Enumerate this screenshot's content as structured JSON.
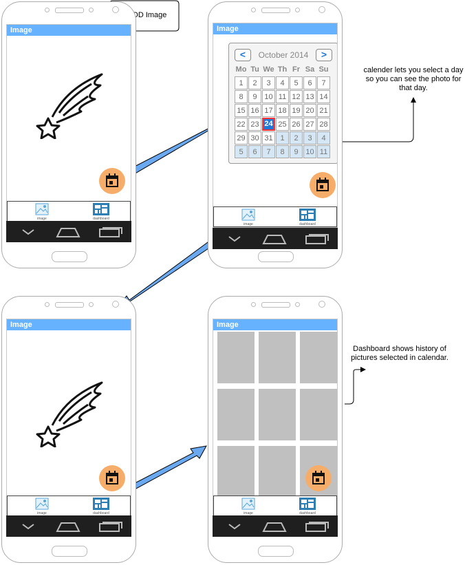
{
  "callout": {
    "text": "APOD Image"
  },
  "screen_title": "Image",
  "tabs": {
    "image": "image",
    "dashboard": "dashboard"
  },
  "calendar": {
    "prev": "<",
    "next": ">",
    "month_label": "October 2014",
    "weekdays": [
      "Mo",
      "Tu",
      "We",
      "Th",
      "Fr",
      "Sa",
      "Su"
    ],
    "days": [
      [
        "1",
        "2",
        "3",
        "4",
        "5",
        "6",
        "7"
      ],
      [
        "8",
        "9",
        "10",
        "11",
        "12",
        "13",
        "14"
      ],
      [
        "15",
        "16",
        "17",
        "18",
        "19",
        "20",
        "21"
      ],
      [
        "22",
        "23",
        "24",
        "25",
        "26",
        "27",
        "28"
      ],
      [
        "29",
        "30",
        "31",
        "1",
        "2",
        "3",
        "4"
      ],
      [
        "5",
        "6",
        "7",
        "8",
        "9",
        "10",
        "11"
      ]
    ],
    "selected": "24"
  },
  "notes": {
    "calendar": "calender lets you select a day so you can see the photo for that day.",
    "dashboard": "Dashboard shows history of pictures selected in calendar."
  },
  "colors": {
    "title_bar": "#66b2ff",
    "fab": "#f6ad6a",
    "arrow_fill": "#6aa9f0",
    "selected_day": "#1f77d6",
    "tile": "#c0c0c0"
  },
  "icons": [
    "shooting-star-icon",
    "calendar-icon",
    "image-icon",
    "dashboard-icon",
    "chevron-down-icon",
    "home-icon",
    "recent-apps-icon"
  ]
}
